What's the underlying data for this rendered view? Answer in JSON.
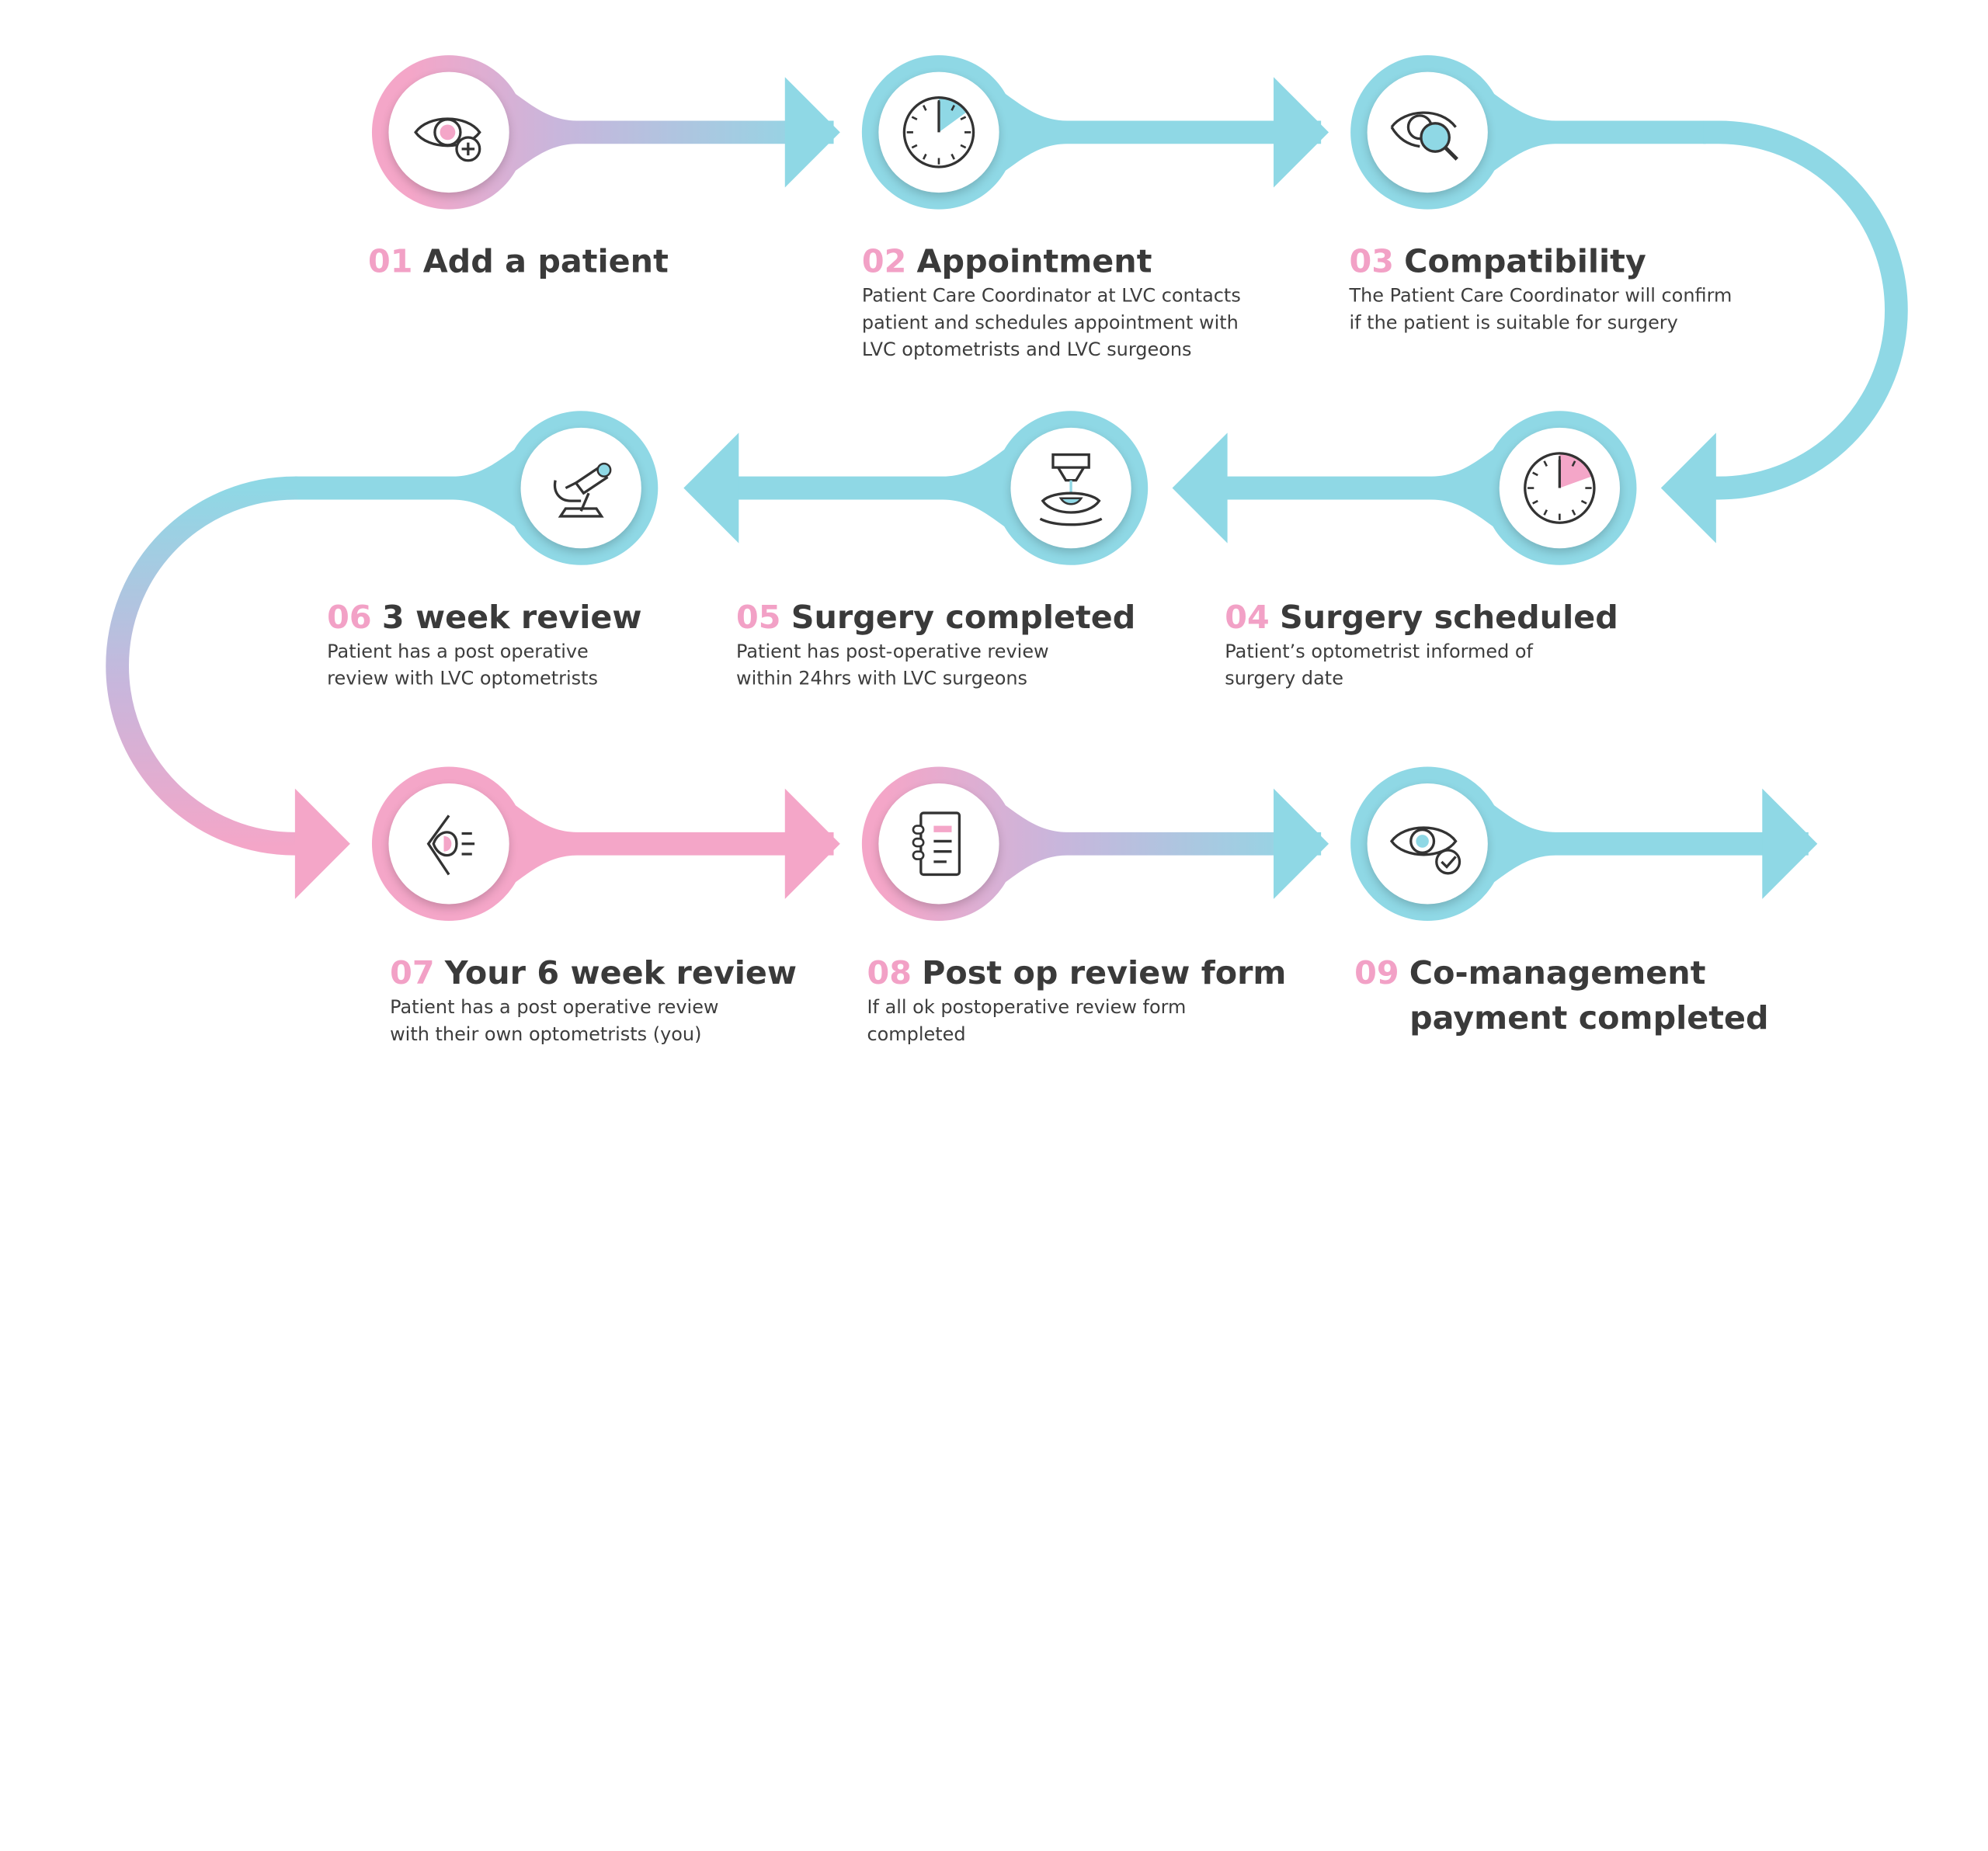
{
  "colors": {
    "pink": "#f4a6c8",
    "blue": "#8fd8e5",
    "lavender": "#c8b6dc",
    "number": "#f2a1c6",
    "text": "#3a3a3a"
  },
  "steps": [
    {
      "number": "01",
      "title": "Add a patient",
      "description": [],
      "icon": "eye-plus-icon"
    },
    {
      "number": "02",
      "title": "Appointment",
      "description": [
        "Patient Care Coordinator at LVC contacts",
        "patient and schedules appointment with",
        "LVC optometrists and LVC surgeons"
      ],
      "icon": "clock-icon"
    },
    {
      "number": "03",
      "title": "Compatibility",
      "description": [
        "The Patient Care Coordinator will confirm",
        "if the patient is suitable for surgery"
      ],
      "icon": "eye-search-icon"
    },
    {
      "number": "04",
      "title": "Surgery scheduled",
      "description": [
        "Patient’s optometrist informed of",
        "surgery date"
      ],
      "icon": "clock-icon"
    },
    {
      "number": "05",
      "title": "Surgery completed",
      "description": [
        "Patient has post-operative review",
        "within 24hrs with LVC surgeons"
      ],
      "icon": "laser-eye-icon"
    },
    {
      "number": "06",
      "title": "3 week review",
      "description": [
        "Patient has a post operative",
        "review with LVC optometrists"
      ],
      "icon": "slit-lamp-icon"
    },
    {
      "number": "07",
      "title": "Your 6 week review",
      "description": [
        "Patient has a post operative review",
        "with their own optometrists (you)"
      ],
      "icon": "eye-profile-icon"
    },
    {
      "number": "08",
      "title": "Post op review form",
      "description": [
        "If all ok postoperative review form",
        "completed"
      ],
      "icon": "form-icon"
    },
    {
      "number": "09",
      "title": [
        "Co-management",
        "payment completed"
      ],
      "description": [],
      "icon": "eye-check-icon"
    }
  ]
}
